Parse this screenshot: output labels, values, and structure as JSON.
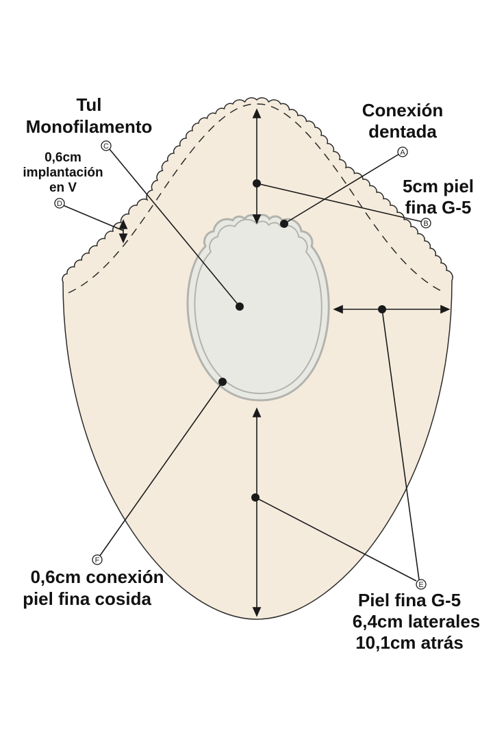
{
  "colors": {
    "base_fill": "#f4ebdc",
    "center_fill": "#e9e9e4",
    "center_stroke": "#b3b3ae",
    "ink": "#1a1a1a"
  },
  "labels": {
    "tul": {
      "lines": [
        "Tul",
        "Monofilamento"
      ],
      "marker": "C"
    },
    "implant": {
      "lines": [
        "0,6cm",
        "implantación",
        "en V"
      ],
      "marker": "D"
    },
    "conexion": {
      "lines": [
        "Conexión",
        "dentada"
      ],
      "marker": "A"
    },
    "piel5": {
      "lines": [
        "5cm piel",
        "fina G-5"
      ],
      "marker": "B"
    },
    "cosida": {
      "lines": [
        "0,6cm conexión",
        "piel fina cosida"
      ],
      "marker": "F"
    },
    "lateral": {
      "lines": [
        "Piel fina G-5",
        "6,4cm laterales",
        "10,1cm atrás"
      ],
      "marker": "E"
    }
  }
}
